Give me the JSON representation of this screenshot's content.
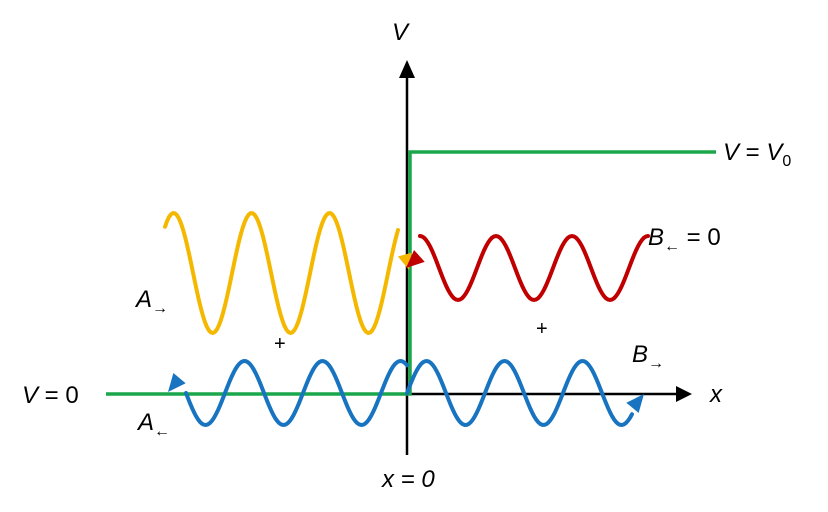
{
  "labels": {
    "v_axis": "V",
    "x_axis": "x",
    "x_zero": "x = 0",
    "v_zero": "V = 0",
    "v_zero_var": "V",
    "v_zero_rest": " = 0",
    "v_step_var": "V",
    "v_step_eq": " = ",
    "v_step_var2": "V",
    "v_step_sub": "0",
    "a_right": "A",
    "a_right_sub": "→",
    "a_left": "A",
    "a_left_sub": "←",
    "b_right": "B",
    "b_right_sub": "→",
    "b_left": "B",
    "b_left_sub": "←",
    "b_left_rest": " = 0",
    "plus_left": "+",
    "plus_right": "+"
  },
  "colors": {
    "axis": "#000000",
    "potential": "#1aa64a",
    "incident": "#f5b800",
    "reflected_forbidden": "#c00000",
    "transmitted_and_reflected": "#1874c0"
  }
}
